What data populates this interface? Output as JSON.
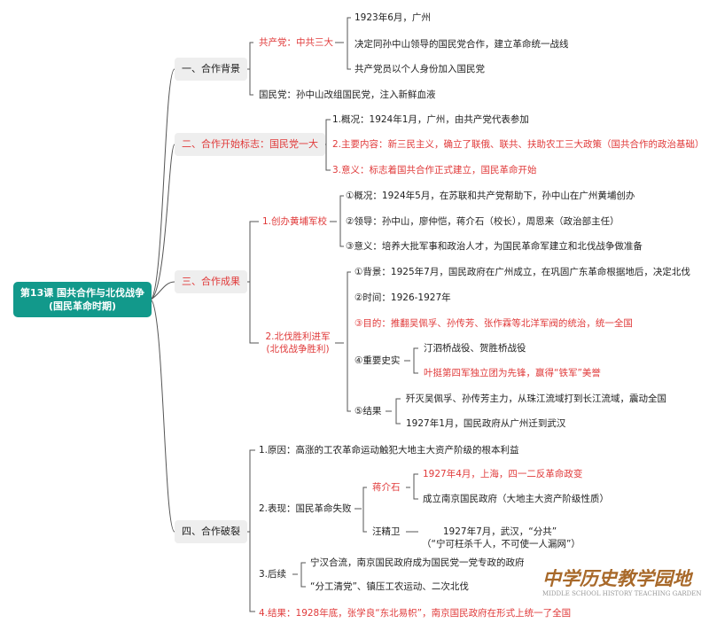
{
  "root": {
    "line1": "第13课 国共合作与北伐战争",
    "line2": "(国民革命时期)",
    "color": "#12998b"
  },
  "sections": [
    {
      "label": "一、合作背景"
    },
    {
      "label": "二、合作开始标志：国民党一大"
    },
    {
      "label": "三、合作成果"
    },
    {
      "label": "四、合作破裂"
    }
  ],
  "s1": {
    "ccp": "共产党：中共三大",
    "ccp_items": [
      "1923年6月，广州",
      "决定同孙中山领导的国民党合作，建立革命统一战线",
      "共产党员以个人身份加入国民党"
    ],
    "kmt": "国民党：孙中山改组国民党，注入新鲜血液"
  },
  "s2": {
    "items": [
      "1.概况：1924年1月，广州，由共产党代表参加",
      "2.主要内容：新三民主义，确立了联俄、联共、扶助农工三大政策（国共合作的政治基础）",
      "3.意义：标志着国共合作正式建立，国民革命开始"
    ]
  },
  "s3": {
    "huangpu": "1.创办黄埔军校",
    "huangpu_items": [
      "①概况：1924年5月，在苏联和共产党帮助下，孙中山在广州黄埔创办",
      "②领导：孙中山，廖仲恺，蒋介石（校长），周恩来（政治部主任）",
      "③意义：培养大批军事和政治人才，为国民革命军建立和北伐战争做准备"
    ],
    "beifa_line1": "2.北伐胜利进军",
    "beifa_line2": "(北伐战争胜利)",
    "beifa_items": [
      "①背景：1925年7月，国民政府在广州成立，在巩固广东革命根据地后，决定北伐",
      "②时间：1926-1927年",
      "③目的：推翻吴佩孚、孙传芳、张作霖等北洋军阀的统治，统一全国",
      "④重要史实",
      "⑤结果"
    ],
    "facts": [
      "汀泗桥战役、贺胜桥战役",
      "叶挺第四军独立团为先锋，赢得“铁军”美誉"
    ],
    "results": [
      "歼灭吴佩孚、孙传芳主力，从珠江流域打到长江流域，震动全国",
      "1927年1月，国民政府从广州迁到武汉"
    ]
  },
  "s4": {
    "reason": "1.原因：高涨的工农革命运动触犯大地主大资产阶级的根本利益",
    "show": "2.表现：国民革命失败",
    "jiang": "蒋介石",
    "jiang_items": [
      "1927年4月，上海，四一二反革命政变",
      "成立南京国民政府（大地主大资产阶级性质）"
    ],
    "wang": "汪精卫",
    "wang_line1": "1927年7月，武汉，“分共”",
    "wang_line2": "（“宁可枉杀千人，不可使一人漏网”）",
    "follow": "3.后续",
    "follow_items": [
      "宁汉合流，南京国民政府成为国民党一党专政的政府",
      "“分工清党”、镇压工农运动、二次北伐"
    ],
    "result": "4.结果：1928年底，张学良“东北易帜”，南京国民政府在形式上统一了全国"
  },
  "watermark": {
    "title": "中学历史教学园地",
    "subtitle": "MIDDLE SCHOOL HISTORY TEACHING GARDEN"
  },
  "colors": {
    "accent_red": "#e03a3a",
    "line": "#555555",
    "section_bg": "#eeeeee"
  }
}
